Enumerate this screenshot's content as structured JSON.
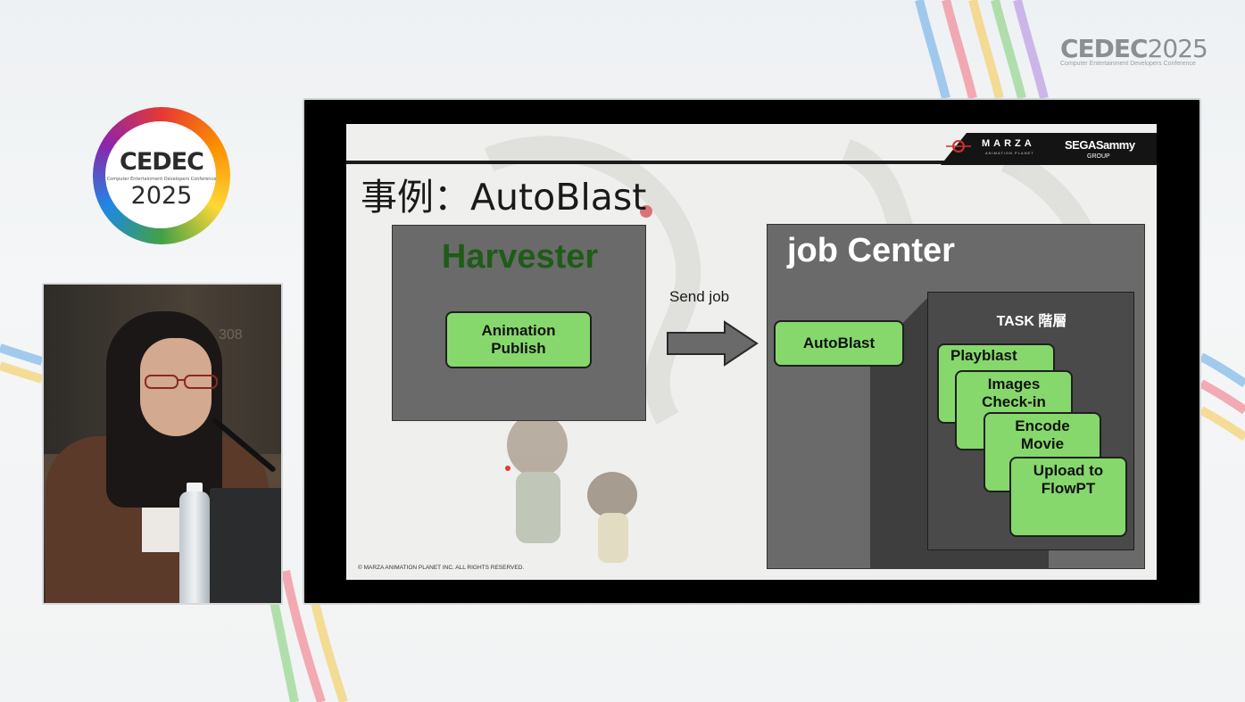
{
  "event_logo": {
    "name": "CEDEC",
    "year": "2025",
    "tagline": "Computer Entertainment Developers Conference"
  },
  "corner_logo": {
    "name": "CEDEC",
    "year": "2025",
    "tagline": "Computer Entertainment Developers Conference"
  },
  "camera": {
    "room_number": "308"
  },
  "slide": {
    "brand": {
      "marza": "MARZA",
      "marza_sub": "ANIMATION PLANET",
      "sega": "SEGASammy",
      "sega_sub": "GROUP"
    },
    "title": "事例：AutoBlast",
    "harvester": {
      "heading": "Harvester",
      "button": "Animation\nPublish"
    },
    "send_job_label": "Send job",
    "job_center": {
      "heading": "job Center",
      "button": "AutoBlast",
      "task_heading": "TASK 階層",
      "tasks": [
        "Playblast",
        "Images\nCheck-in",
        "Encode\nMovie",
        "Upload to\nFlowPT"
      ]
    },
    "copyright": "© MARZA ANIMATION PLANET INC. ALL RIGHTS RESERVED."
  },
  "colors": {
    "slide_box": "#6a6a6a",
    "green_button": "#86d86c",
    "harvester_heading": "#1e5c17"
  }
}
